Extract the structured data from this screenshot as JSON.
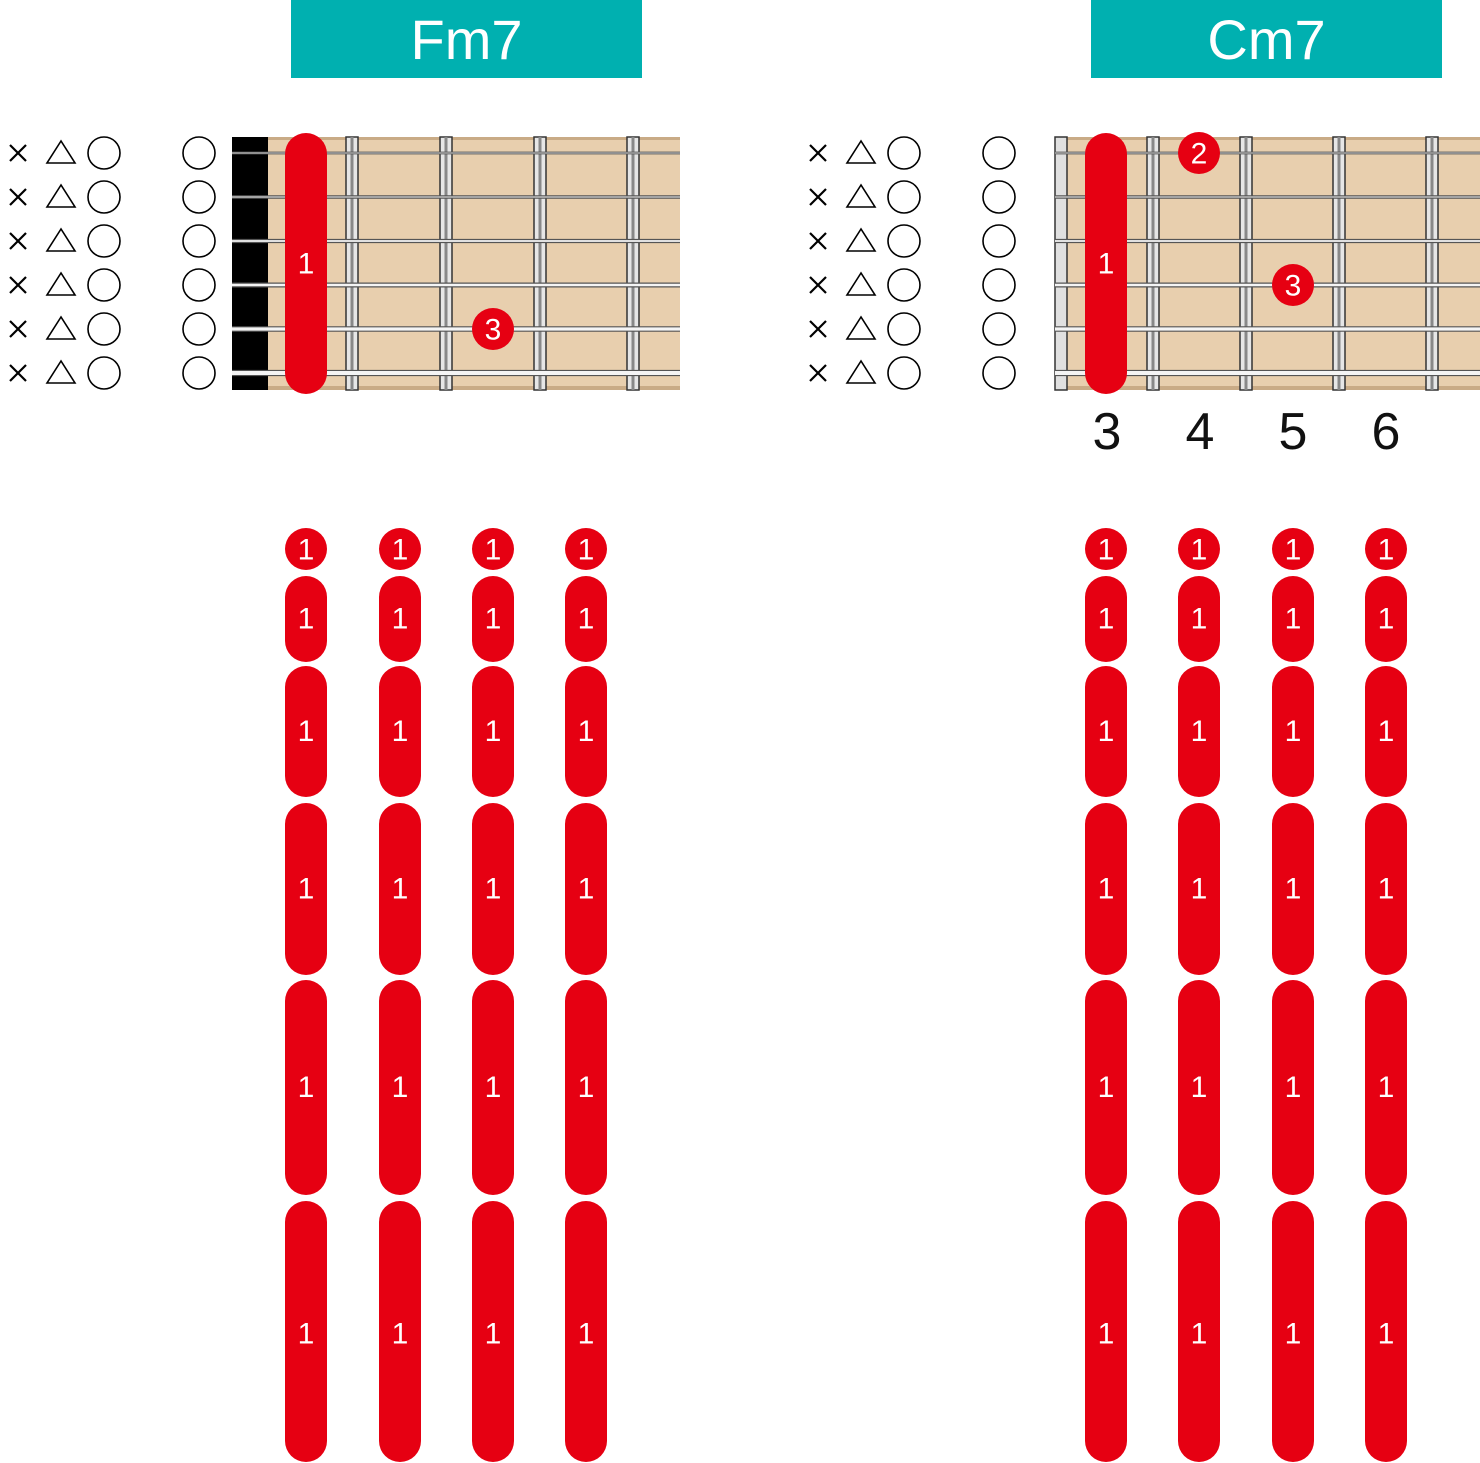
{
  "chords": [
    {
      "name": "Fm7",
      "fret_numbers": [],
      "mute_symbols": [
        "×",
        "△",
        "○"
      ],
      "barre": {
        "label": "1",
        "fret_slot": 1
      },
      "dots": [
        {
          "label": "3",
          "string": 5,
          "fret_slot": 3
        }
      ],
      "has_nut": true
    },
    {
      "name": "Cm7",
      "fret_numbers": [
        "3",
        "4",
        "5",
        "6"
      ],
      "mute_symbols": [
        "×",
        "△",
        "○"
      ],
      "barre": {
        "label": "1",
        "fret_slot": 1
      },
      "dots": [
        {
          "label": "2",
          "string": 1,
          "fret_slot": 2
        },
        {
          "label": "3",
          "string": 4,
          "fret_slot": 3
        }
      ],
      "has_nut": false
    }
  ],
  "finger_grid": {
    "cell_label": "1",
    "dot_label": "1",
    "columns_per_chord": 4,
    "rows": 6
  },
  "colors": {
    "title_bg": "#00b0b0",
    "fretboard": "#e8cfae",
    "finger_red": "#e60012",
    "nut": "#000000"
  }
}
